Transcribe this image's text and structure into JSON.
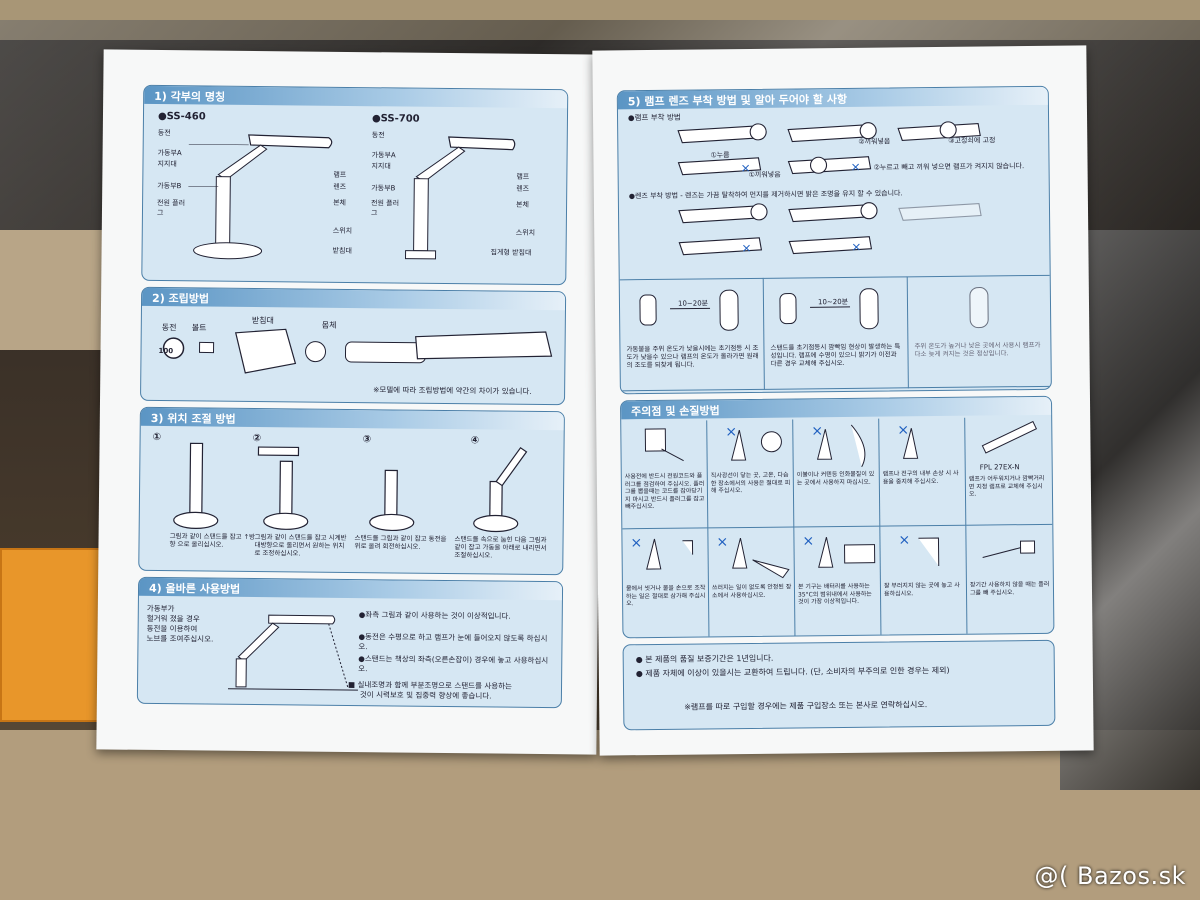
{
  "left_page": {
    "s1": {
      "title": "1) 각부의 명칭",
      "model_a": "●SS-460",
      "model_b": "●SS-700",
      "labels_a": [
        "동전",
        "가동부A",
        "지지대",
        "가동부B",
        "전원 플러그",
        "램프",
        "렌즈",
        "본체",
        "스위치",
        "받침대"
      ],
      "labels_b": [
        "동전",
        "가동부A",
        "지지대",
        "가동부B",
        "전원 플러그",
        "램프",
        "렌즈",
        "본체",
        "스위치",
        "집게형 받침대"
      ]
    },
    "s2": {
      "title": "2) 조립방법",
      "labels": [
        "동전",
        "볼트",
        "받침대",
        "몸체"
      ],
      "coin_text": "100",
      "note": "※모델에 따라 조립방법에 약간의 차이가 있습니다."
    },
    "s3": {
      "title": "3) 위치 조절 방법",
      "steps": [
        "①",
        "②",
        "③",
        "④"
      ],
      "captions": [
        "그림과 같이 스탠드를 잡고 ↑방향 으로 올리십시오.",
        "그림과 같이 스탠드를 잡고 시계반대방향으로 돌리면서 원하는 위치로 조정하십시오.",
        "스탠드를 그림과 같이 잡고 동전을 위로 올려 회전하십시오.",
        "스탠드를 속으로 눕힌 다음 그림과 같이 잡고 가동을 아래로 내리면서 조절하십시오."
      ]
    },
    "s4": {
      "title": "4) 올바른 사용방법",
      "left_text": [
        "가동부가",
        "헐거워 졌을 경우",
        "동전을 이용하여",
        "노브를 조여주십시오."
      ],
      "bullets": [
        "●좌측 그림과 같이 사용하는 것이 이상적입니다.",
        "●동전은 수평으로 하고 램프가 눈에 들어오지 않도록 하십시오.",
        "●스탠드는 책상의 좌측(오른손잡이) 경우에 놓고 사용하십시오."
      ],
      "box_note": [
        "■ 실내조명과 함께 부분조명으로 스탠드를 사용하는",
        "것이 시력보호 및 집중력 향상에 좋습니다."
      ]
    }
  },
  "right_page": {
    "s5": {
      "title": "5) 램프 렌즈 부착 방법 및 알아 두어야 할 사항",
      "row1_title": "●램프 부착 방법",
      "row2_title": "●렌즈 부착 방법 - 렌즈는 가끔 탈착하여 먼지를 제거하시면 밝은 조명을 유지 할 수 있습니다.",
      "labels": [
        "①누름",
        "②끼워넣음",
        "③고정쇠에 고정",
        "①끼워넣음",
        "②누르고 빼고 끼워 넣으면 램프가 켜지지 않습니다."
      ],
      "time_a": "10~20분",
      "time_b": "10~20분",
      "cap_a": "가동불을 주위 온도가 낮을시에는 초기점등 시 조도가 낮을수 있으나 램프의 온도가 올라가면 원래의 조도를 되찾게 됩니다.",
      "cap_b": "스탠드를 초기점등시 깜빡임 현상이 발생하는 특성입니다. 램프에 수명이 있으니 밝기가 이전과 다른 경우 교체해 주십시오.",
      "cap_c": "주위 온도가 높거나 낮은 곳에서 사용시 램프가 다소 늦게 켜지는 것은 정상입니다."
    },
    "s6": {
      "title": "주의점 및 손질방법",
      "row1_caps": [
        "사용전에 반드시 전원코드와 플러그를 점검하여 주십시오. 플러그를 뽑을때는 코드를 잡아당기지 마시고 반드시 플러그를 잡고 빼주십시오.",
        "직사광선이 닿는 곳, 고온, 다습한 장소에서의 사용은 절대로 피해 주십시오.",
        "이불이나 커텐등 인화물질이 있는 곳에서 사용하지 마십시오.",
        "램프나 전구의 내부 손상 시 사용을 중지해 주십시오.",
        "램프가 어두워지거나 깜빡거리면 지정 램프로 교체해 주십시오."
      ],
      "row2_caps": [
        "물에서 씻거나 물을 손으로 조작하는 일은 절대로 삼가해 주십시오.",
        "쓰러지는 일이 없도록 안정된 장소에서 사용하십시오.",
        "본 기구는 배터리를 사용하는 35°C의 범위내에서 사용하는 것이 가장 이상적입니다.",
        "잘 부러지지 않는 곳에 놓고 사용하십시오.",
        "장기간 사용하지 않을 때는 플러그를 빼 주십시오."
      ],
      "fpl": "FPL 27EX-N"
    },
    "s7": {
      "lines": [
        "● 본 제품의 품질 보증기간은 1년입니다.",
        "● 제품 자체에 이상이 있을시는 교환하여 드립니다. (단, 소비자의 부주의로 인한 경우는 제외)"
      ],
      "footer": "※램프를 따로 구입할 경우에는 제품 구입장소 또는 본사로 연락하십시오."
    }
  },
  "watermark": "@( Bazos.sk",
  "colors": {
    "panel": "#d6e7f3",
    "border": "#4b7fa8",
    "header": "#5b95c4",
    "paper": "#f7f8f8"
  }
}
